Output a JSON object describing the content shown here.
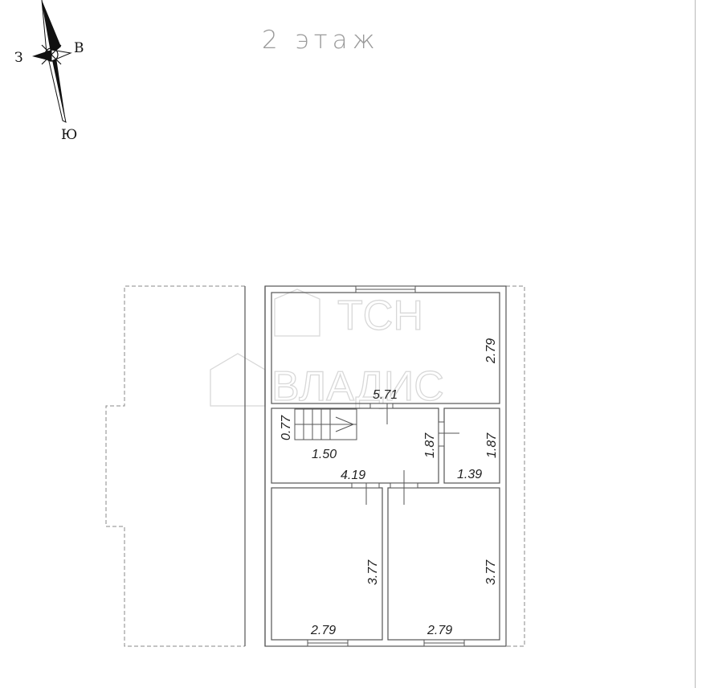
{
  "title": "2 этаж",
  "compass": {
    "west": "З",
    "east": "В",
    "south": "Ю"
  },
  "watermark": {
    "line1": "ТСН",
    "line2": "ВЛАДИС"
  },
  "rooms": [
    {
      "id": "room-top",
      "width": "5.71",
      "height": "2.79"
    },
    {
      "id": "hall-stair",
      "stair_width": "1.50",
      "stair_depth": "0.77",
      "height": "1.87",
      "width": "4.19"
    },
    {
      "id": "small-room",
      "width": "1.39",
      "height": "1.87"
    },
    {
      "id": "room-bottom-left",
      "width": "2.79",
      "height": "3.77"
    },
    {
      "id": "room-bottom-right",
      "width": "2.79",
      "height": "3.77"
    }
  ],
  "colors": {
    "wall": "#555555",
    "title": "#9a9a9a",
    "watermark": "#d8d8d8"
  }
}
